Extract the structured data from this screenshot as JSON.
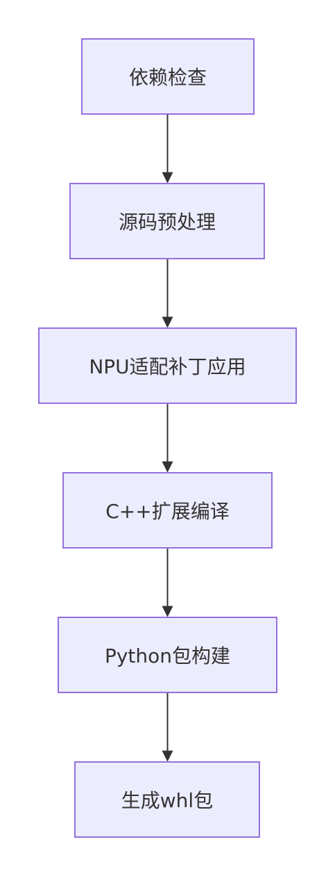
{
  "flowchart": {
    "nodes": [
      {
        "id": "n1",
        "label": "依赖检查"
      },
      {
        "id": "n2",
        "label": "源码预处理"
      },
      {
        "id": "n3",
        "label": "NPU适配补丁应用"
      },
      {
        "id": "n4",
        "label": "C++扩展编译"
      },
      {
        "id": "n5",
        "label": "Python包构建"
      },
      {
        "id": "n6",
        "label": "生成whl包"
      }
    ],
    "edges": [
      {
        "from": "n1",
        "to": "n2"
      },
      {
        "from": "n2",
        "to": "n3"
      },
      {
        "from": "n3",
        "to": "n4"
      },
      {
        "from": "n4",
        "to": "n5"
      },
      {
        "from": "n5",
        "to": "n6"
      }
    ],
    "colors": {
      "node_fill": "#ececff",
      "node_border": "#9370db",
      "text": "#333333",
      "edge": "#333333"
    }
  }
}
